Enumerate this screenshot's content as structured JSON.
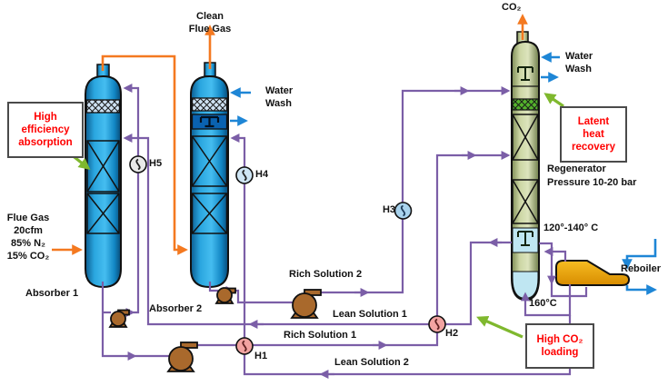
{
  "labels": {
    "clean_flue_gas": "Clean\nFlue Gas",
    "co2_out": "CO₂",
    "water_wash_absorber": "Water\nWash",
    "water_wash_regenerator": "Water\nWash",
    "flue_gas_feed": "Flue Gas\n20cfm\n85% N₂\n15% CO₂",
    "absorber1": "Absorber 1",
    "absorber2": "Absorber 2",
    "regenerator": "Regenerator\nPressure 10-20 bar",
    "rich_solution_2": "Rich Solution 2",
    "lean_solution_1": "Lean Solution 1",
    "rich_solution_1": "Rich Solution 1",
    "lean_solution_2": "Lean Solution 2",
    "temp_range": "120°-140° C",
    "temp_reboiler_return": "160°C",
    "reboiler": "Reboiler",
    "h1": "H1",
    "h2": "H2",
    "h3": "H3",
    "h4": "H4",
    "h5": "H5"
  },
  "callouts": {
    "high_efficiency": "High\nefficiency\nabsorption",
    "latent_heat": "Latent\nheat\nrecovery",
    "high_co2_loading": "High CO₂\nloading"
  },
  "colors": {
    "liquid_line": "#7b5ea7",
    "gas_line": "#f47920",
    "water_line": "#2a9fe0",
    "annotation_arrow": "#7fb82e",
    "absorber_fill": "#2aa6df",
    "regenerator_fill": "#ccd6a4",
    "reboiler_fill": "#eeaa12",
    "callout_text": "#ff0000"
  }
}
